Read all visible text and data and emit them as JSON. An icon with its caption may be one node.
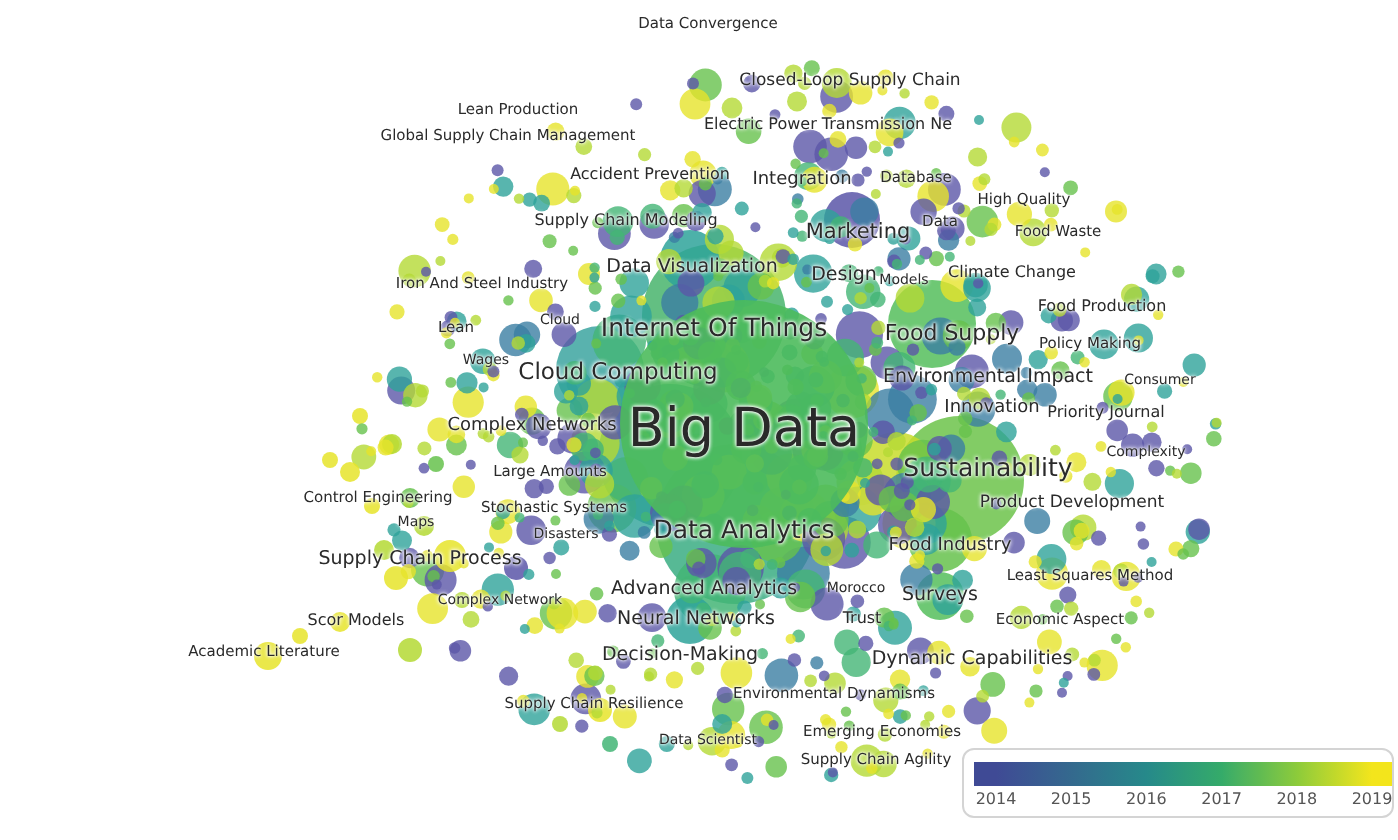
{
  "diagram": {
    "labels": [
      "Data Convergence",
      "Closed-Loop Supply Chain",
      "Lean Production",
      "Electric Power Transmission Ne",
      "Global Supply Chain Management",
      "Accident Prevention",
      "Database",
      "Integration",
      "High Quality",
      "Supply Chain Modeling",
      "Data",
      "Marketing",
      "Food Waste",
      "Data Visualization",
      "Design",
      "Models",
      "Climate Change",
      "Iron And Steel Industry",
      "Food Production",
      "Cloud",
      "Lean",
      "Internet Of Things",
      "Food Supply",
      "Policy Making",
      "Wages",
      "Cloud Computing",
      "Environmental Impact",
      "Consumer",
      "Innovation",
      "Priority Journal",
      "Complex Networks",
      "Big Data",
      "Complexity",
      "Sustainability",
      "Large Amounts",
      "Control Engineering",
      "Product Development",
      "Stochastic Systems",
      "Maps",
      "Data Analytics",
      "Disasters",
      "Food Industry",
      "Supply Chain Process",
      "Least Squares Method",
      "Advanced Analytics",
      "Morocco",
      "Surveys",
      "Complex Network",
      "Neural Networks",
      "Trust",
      "Economic Aspect",
      "Scor Models",
      "Academic Literature",
      "Decision-Making",
      "Dynamic Capabilities",
      "Environmental Dynamisms",
      "Supply Chain Resilience",
      "Emerging Economies",
      "Data Scientist",
      "Supply Chain Agility"
    ],
    "legend": [
      {
        "text": "2014",
        "color": "#3f4a95"
      },
      {
        "text": "2015",
        "color": "#34698e"
      },
      {
        "text": "2016",
        "color": "#26898a"
      },
      {
        "text": "2017",
        "color": "#35ab69"
      },
      {
        "text": "2018",
        "color": "#8ccb3a"
      },
      {
        "text": "2019",
        "color": "#f3e51c"
      }
    ]
  }
}
